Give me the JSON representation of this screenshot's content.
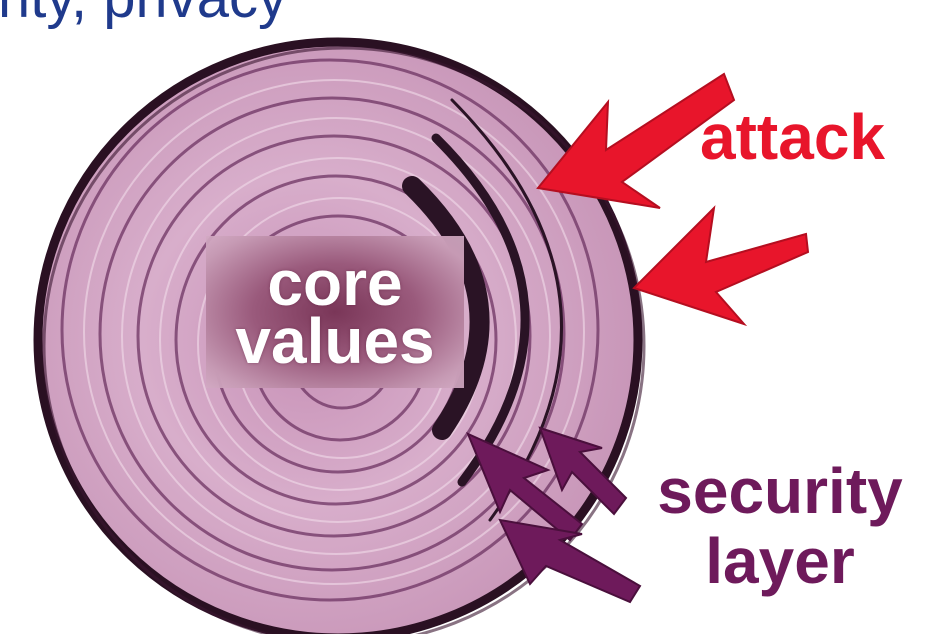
{
  "heading": "rity, privacy",
  "core": {
    "line1": "core",
    "line2": "values"
  },
  "labels": {
    "attack": "attack",
    "security_line1": "security",
    "security_line2": "layer"
  },
  "colors": {
    "heading": "#1f3a8c",
    "attack": "#e8152b",
    "security": "#6e1a5b",
    "onion_fill": "#d2a7c6",
    "onion_outline": "#2a1022",
    "ring": "#6e3463"
  },
  "icons": [
    "onion-slice-icon",
    "attack-arrow-icon",
    "security-arrow-icon"
  ]
}
